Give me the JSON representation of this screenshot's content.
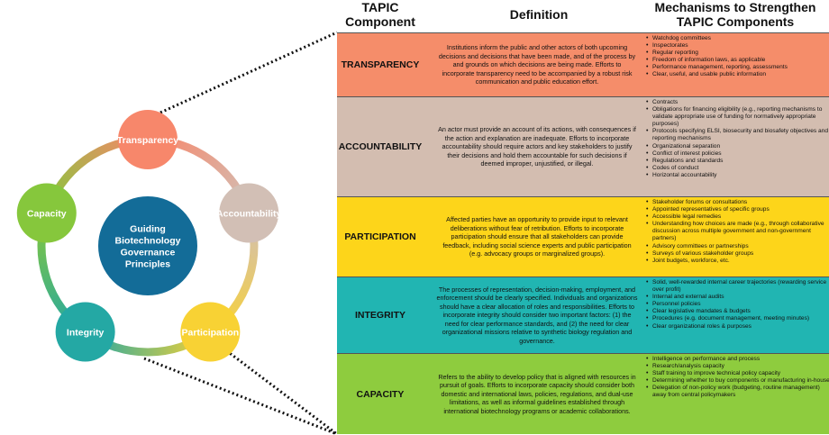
{
  "headers": {
    "component": "TAPIC Component",
    "definition": "Definition",
    "mechanisms": "Mechanisms to Strengthen TAPIC Components"
  },
  "cycle": {
    "center": "Guiding Biotechnology Governance Principles",
    "center_lines": [
      "Guiding",
      "Biotechnology",
      "Governance",
      "Principles"
    ],
    "nodes": [
      "Transparency",
      "Accountability",
      "Participation",
      "Integrity",
      "Capacity"
    ]
  },
  "colors": {
    "transparency": "#F58D6A",
    "accountability": "#D3BDB0",
    "participation": "#FDD51A",
    "integrity": "#21B5B2",
    "capacity": "#8ECC3E",
    "center": "#136C98",
    "node_transparency": "#F7876B",
    "node_accountability": "#D2BFB5",
    "node_participation": "#F8D234",
    "node_integrity": "#24A8A4",
    "node_capacity": "#86C73C"
  },
  "rows": [
    {
      "name": "TRANSPARENCY",
      "definition": "Institutions inform the public and other actors of both upcoming decisions and decisions that have been made, and of the process by and grounds on which decisions are being made. Efforts to incorporate transparency need to be accompanied by a robust risk communication and public education effort.",
      "mechanisms": [
        "Watchdog committees",
        "Inspectorates",
        "Regular reporting",
        "Freedom of information laws, as applicable",
        "Performance management, reporting, assessments",
        "Clear, useful, and usable public information"
      ]
    },
    {
      "name": "ACCOUNTABILITY",
      "definition": "An actor must provide an account of its actions, with consequences if the action and explanation are inadequate. Efforts to incorporate accountability should require actors and key stakeholders to justify their decisions and hold them accountable for such decisions if deemed improper, unjustified, or illegal.",
      "mechanisms": [
        "Contracts",
        "Obligations for financing eligibility (e.g., reporting mechanisms to validate appropriate use of funding for normatively appropriate purposes)",
        "Protocols specifying ELSI, biosecurity and biosafety objectives and reporting mechanisms",
        "Organizational separation",
        "Conflict of interest policies",
        "Regulations and standards",
        "Codes of conduct",
        "Horizontal accountability"
      ]
    },
    {
      "name": "PARTICIPATION",
      "definition": "Affected parties have an opportunity to provide input to relevant deliberations without fear of retribution. Efforts to incorporate participation should ensure that all stakeholders can provide feedback, including social science experts and public participation (e.g. advocacy groups or marginalized groups).",
      "mechanisms": [
        "Stakeholder forums or consultations",
        "Appointed representatives of specific groups",
        "Accessible legal remedies",
        "Understanding how choices are made (e.g., through collaborative discussion across multiple government and non-government partners)",
        "Advisory committees or partnerships",
        "Surveys of various stakeholder groups",
        "Joint budgets, workforce, etc."
      ]
    },
    {
      "name": "INTEGRITY",
      "definition": "The processes of representation, decision-making, employment, and enforcement should be clearly specified. Individuals and organizations should have a clear allocation of roles and responsibilities. Efforts to incorporate integrity should consider two important factors: (1) the need for clear performance standards, and (2) the need for clear organizational missions relative to synthetic biology regulation and governance.",
      "mechanisms": [
        "Solid, well-rewarded internal career trajectories (rewarding service over profit)",
        "Internal and external audits",
        "Personnel policies",
        "Clear legislative mandates & budgets",
        "Procedures (e.g. document management, meeting minutes)",
        "Clear organizational roles & purposes"
      ]
    },
    {
      "name": "CAPACITY",
      "definition": "Refers to the ability to develop policy that is aligned with resources in pursuit of goals. Efforts to incorporate capacity should consider both domestic and international laws, policies, regulations, and dual-use limitations, as well as informal guidelines established through international biotechnology programs or academic collaborations.",
      "mechanisms": [
        "Intelligence on performance and process",
        "Research/analysis capacity",
        "Staff training to improve technical policy capacity",
        "Determining whether to buy components or manufacturing in-house",
        "Delegation of non-policy work (budgeting, routine management) away from central policymakers"
      ]
    }
  ]
}
